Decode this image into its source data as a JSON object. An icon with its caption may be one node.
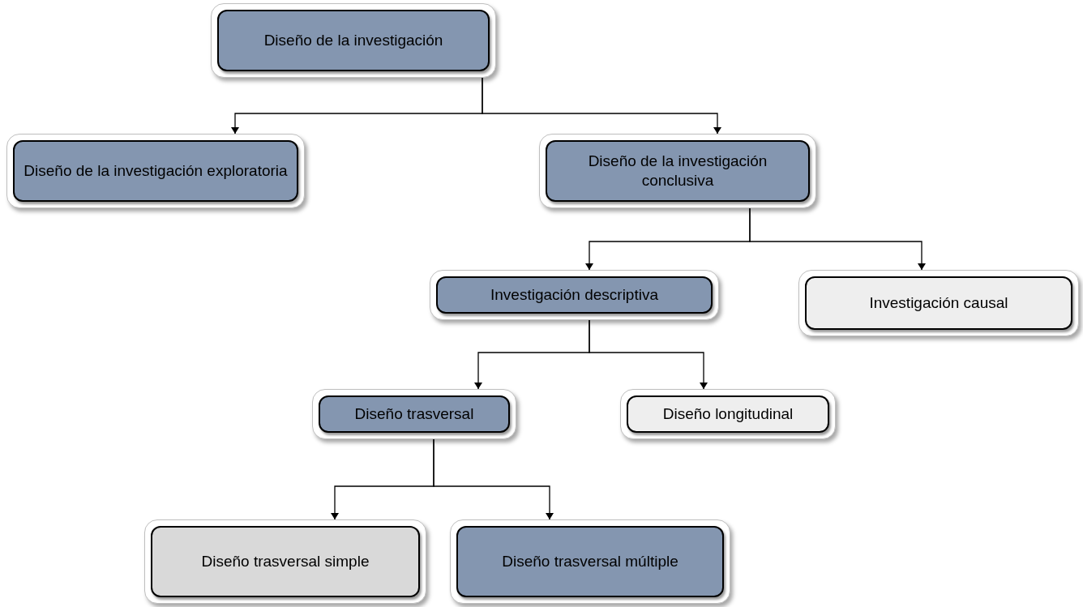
{
  "diagram": {
    "nodes": [
      {
        "text": [
          "Diseño de la investigación"
        ]
      },
      {
        "text": [
          "Diseño de la investigación exploratoria"
        ]
      },
      {
        "text": [
          "Diseño de la investigación conclusiva"
        ]
      },
      {
        "text": [
          "Investigación descriptiva"
        ]
      },
      {
        "text": [
          "Investigación causal"
        ]
      },
      {
        "text": [
          "Diseño trasversal"
        ]
      },
      {
        "text": [
          "Diseño longitudinal"
        ]
      },
      {
        "text": [
          "Diseño trasversal simple"
        ]
      },
      {
        "text": [
          "Diseño trasversal múltiple"
        ]
      }
    ],
    "edges": [
      {
        "from": 0,
        "to": 1,
        "arrow": "to"
      },
      {
        "from": 0,
        "to": 2,
        "arrow": "to"
      },
      {
        "from": 2,
        "to": 3,
        "arrow": "to"
      },
      {
        "from": 2,
        "to": 4,
        "arrow": "to"
      },
      {
        "from": 3,
        "to": 5,
        "arrow": "to"
      },
      {
        "from": 3,
        "to": 6,
        "arrow": "to"
      },
      {
        "from": 5,
        "to": 7,
        "arrow": "to"
      },
      {
        "from": 5,
        "to": 8,
        "arrow": "to"
      }
    ]
  }
}
